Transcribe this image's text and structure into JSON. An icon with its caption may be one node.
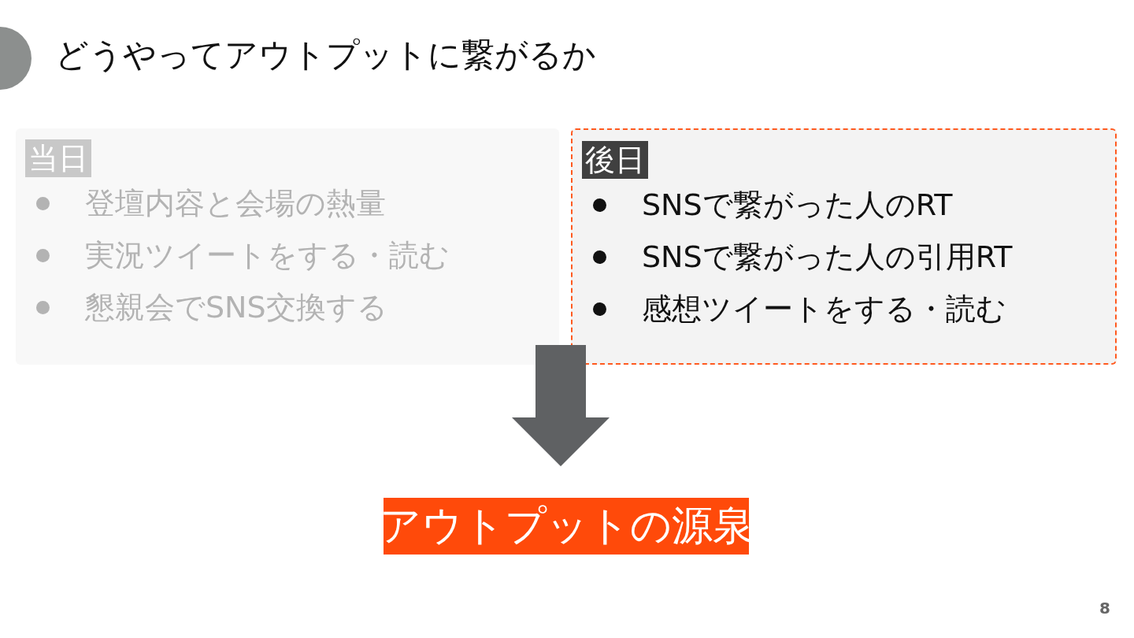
{
  "diagram": {
    "title": "どうやってアウトプットに繋がるか",
    "nodes": [
      {
        "text": [],
        "shape": "circle"
      },
      {
        "text": [
          "当日",
          "登壇内容と会場の熱量",
          "実況ツイートをする・読む",
          "懇親会でSNS交換する"
        ]
      },
      {
        "text": [
          "後日",
          "SNSで繋がった人のRT",
          "SNSで繋がった人の引用RT",
          "感想ツイートをする・読む"
        ]
      },
      {
        "text": [
          "アウトプットの源泉"
        ]
      }
    ],
    "edges": [
      {
        "from": 2,
        "to": 3,
        "arrow": "to"
      }
    ],
    "labels": [
      "8"
    ]
  }
}
